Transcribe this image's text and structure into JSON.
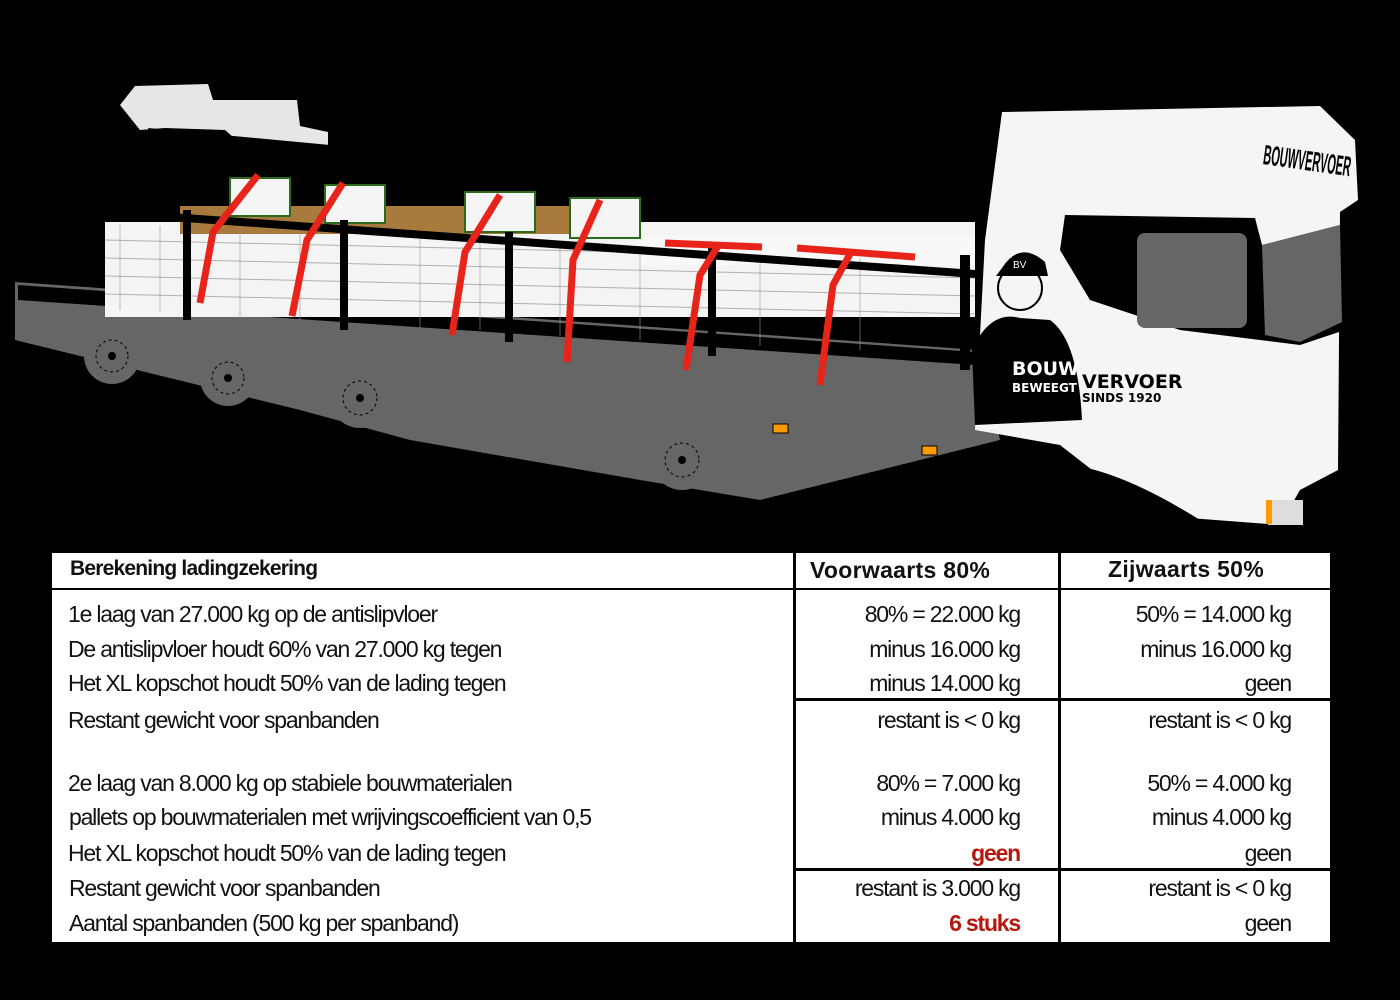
{
  "truck": {
    "cab_roof_text": "BOUWVERVOER",
    "cap_text": "BV",
    "brand_line1_left": "BOUW",
    "brand_line1_right": "VERVOER",
    "brand_line2_left": "BEWEEGT",
    "brand_line2_right": "SINDS 1920",
    "colors": {
      "cab": "#f5f5f5",
      "body": "#666666",
      "strap": "#e8241a",
      "pallet": "#a87a3d",
      "marker": "#ff9900"
    }
  },
  "table": {
    "header": {
      "title": "Berekening ladingzekering",
      "col_forward": "Voorwaarts 80%",
      "col_sideways": "Zijwaarts 50%"
    },
    "rows": [
      {
        "label": "1e laag van 27.000 kg op de antislipvloer",
        "forward": "80% = 22.000 kg",
        "sideways": "50% = 14.000 kg"
      },
      {
        "label": "De antislipvloer houdt 60% van 27.000 kg tegen",
        "forward": "minus 16.000 kg",
        "sideways": "minus 16.000 kg"
      },
      {
        "label": "Het XL kopschot houdt 50% van de lading tegen",
        "forward": "minus 14.000 kg",
        "sideways": "geen"
      },
      {
        "label": "Restant gewicht voor spanbanden",
        "forward": "restant is < 0 kg",
        "sideways": "restant is < 0 kg"
      },
      {
        "label": "2e laag van 8.000 kg op stabiele bouwmaterialen",
        "forward": "80% = 7.000 kg",
        "sideways": "50% = 4.000 kg"
      },
      {
        "label": "pallets op bouwmaterialen met wrijvingscoefficient van 0,5",
        "forward": "minus 4.000 kg",
        "sideways": "minus 4.000 kg"
      },
      {
        "label": "Het XL kopschot houdt 50% van de lading tegen",
        "forward": "geen",
        "sideways": "geen"
      },
      {
        "label": "Restant gewicht voor spanbanden",
        "forward": "restant is 3.000 kg",
        "sideways": "restant is < 0 kg"
      },
      {
        "label": "Aantal spanbanden (500 kg per spanband)",
        "forward": "6 stuks",
        "sideways": "geen"
      }
    ],
    "highlight_color": "#b5180f"
  }
}
